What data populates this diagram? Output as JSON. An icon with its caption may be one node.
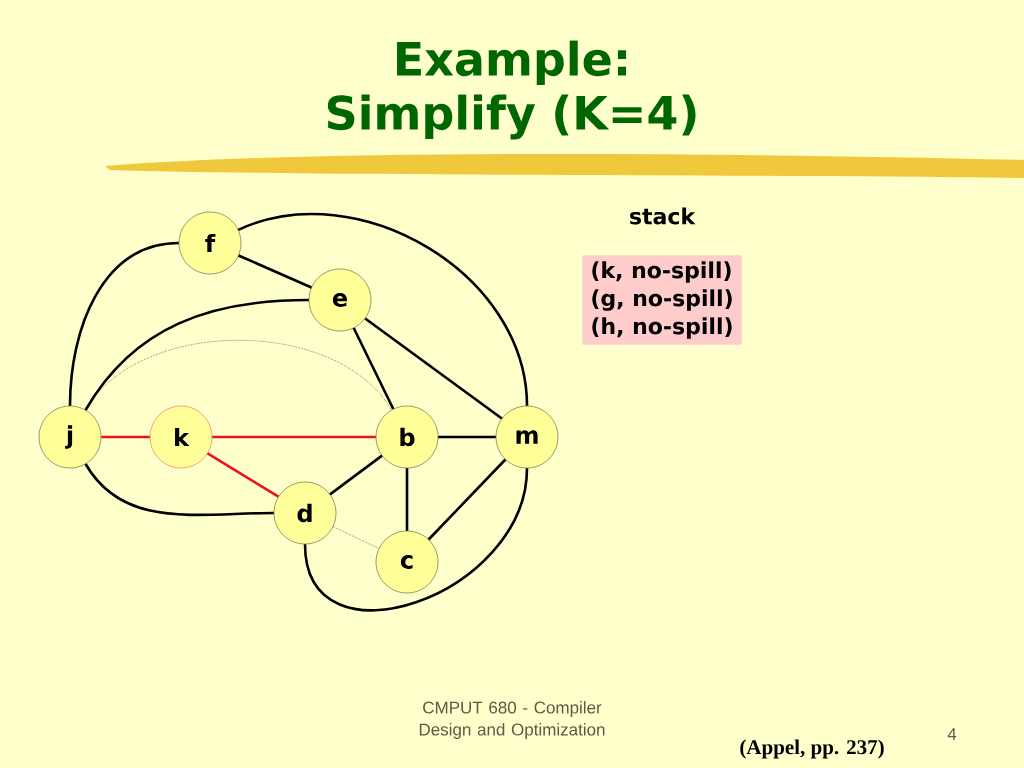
{
  "diagram": {
    "title": "Example: Simplify (K=4)",
    "nodes": [
      {
        "text": [
          "f"
        ]
      },
      {
        "text": [
          "e"
        ]
      },
      {
        "text": [
          "j"
        ]
      },
      {
        "text": [
          "k"
        ]
      },
      {
        "text": [
          "b"
        ]
      },
      {
        "text": [
          "m"
        ]
      },
      {
        "text": [
          "d"
        ]
      },
      {
        "text": [
          "c"
        ]
      },
      {
        "text": [
          "stack",
          "(k, no-spill)",
          "(g, no-spill)",
          "(h, no-spill)"
        ]
      }
    ],
    "edges": [
      {
        "from": 0,
        "to": 1,
        "arrow": "none"
      },
      {
        "from": 0,
        "to": 2,
        "arrow": "none"
      },
      {
        "from": 0,
        "to": 5,
        "arrow": "none"
      },
      {
        "from": 1,
        "to": 2,
        "arrow": "none"
      },
      {
        "from": 1,
        "to": 4,
        "arrow": "none"
      },
      {
        "from": 1,
        "to": 5,
        "arrow": "none"
      },
      {
        "from": 2,
        "to": 4,
        "arrow": "none",
        "style": "dashed"
      },
      {
        "from": 2,
        "to": 3,
        "arrow": "none",
        "color": "#e8141b"
      },
      {
        "from": 3,
        "to": 4,
        "arrow": "none",
        "color": "#e8141b"
      },
      {
        "from": 3,
        "to": 6,
        "arrow": "none",
        "color": "#e8141b"
      },
      {
        "from": 2,
        "to": 6,
        "arrow": "none"
      },
      {
        "from": 4,
        "to": 5,
        "arrow": "none"
      },
      {
        "from": 4,
        "to": 6,
        "arrow": "none"
      },
      {
        "from": 4,
        "to": 7,
        "arrow": "none"
      },
      {
        "from": 6,
        "to": 7,
        "arrow": "none",
        "style": "dashed"
      },
      {
        "from": 7,
        "to": 5,
        "arrow": "none"
      },
      {
        "from": 6,
        "to": 5,
        "arrow": "none"
      }
    ],
    "labels": [
      "CMPUT 680 - Compiler Design and Optimization",
      "4",
      "(Appel, pp. 237)"
    ]
  }
}
